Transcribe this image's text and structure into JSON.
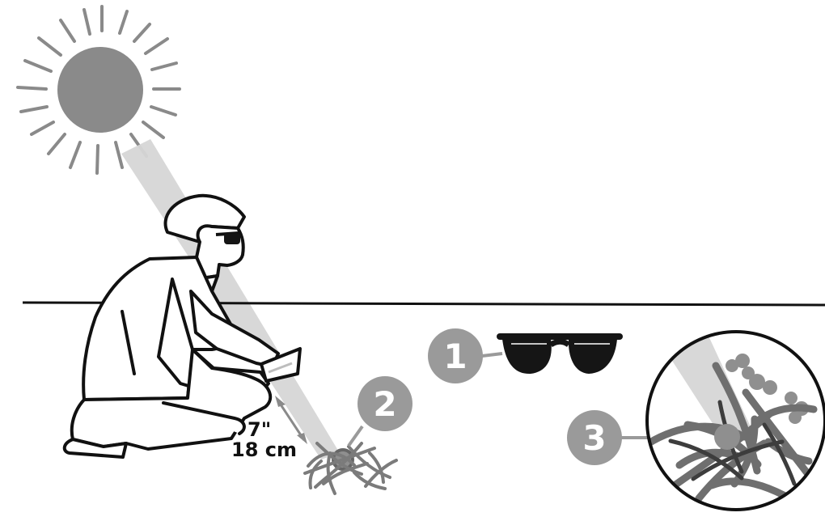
{
  "distance": {
    "inches": "7\"",
    "centimeters": "18 cm"
  },
  "steps": [
    {
      "number": "1",
      "icon": "sunglasses-icon"
    },
    {
      "number": "2",
      "icon": "tinder-pile-icon"
    },
    {
      "number": "3",
      "icon": "smoking-tinder-icon"
    }
  ],
  "colors": {
    "sun": "#8a8a8a",
    "beam": "#d6d6d6",
    "badge": "#9a9a9a",
    "lens": "#151515",
    "tinder": "#7b7b7b",
    "outline": "#111111"
  }
}
